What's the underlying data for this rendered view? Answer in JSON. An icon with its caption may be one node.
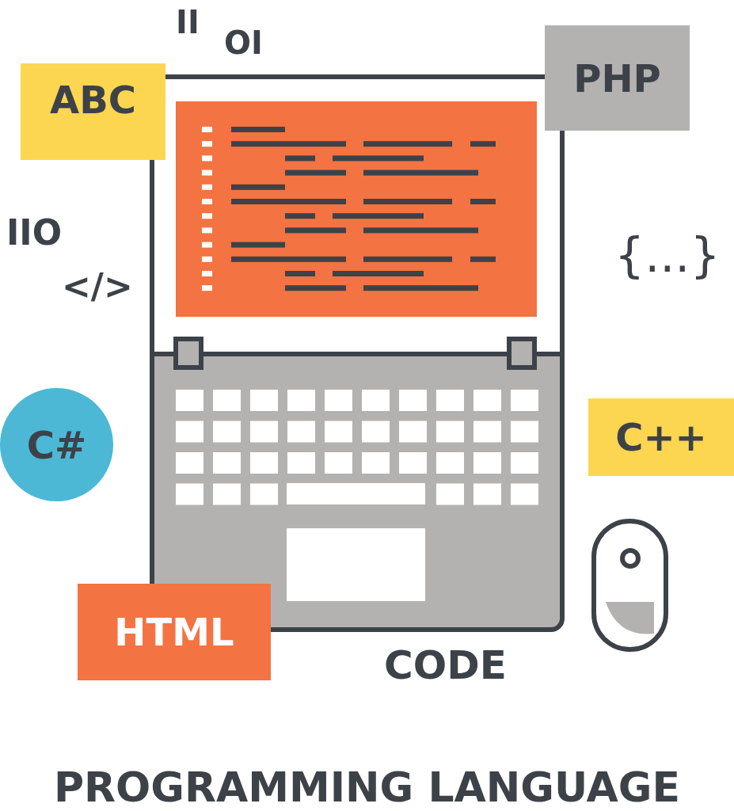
{
  "diagram": {
    "title": "PROGRAMMING LANGUAGE",
    "nodes": [
      {
        "text": [
          "ABC"
        ]
      },
      {
        "text": [
          "PHP"
        ]
      },
      {
        "text": [
          "C#"
        ]
      },
      {
        "text": [
          "C++"
        ]
      },
      {
        "text": [
          "HTML"
        ]
      }
    ],
    "edges": [],
    "labels": [
      "II",
      "OI",
      "IIO",
      "</>",
      "{...}",
      "CODE"
    ]
  }
}
